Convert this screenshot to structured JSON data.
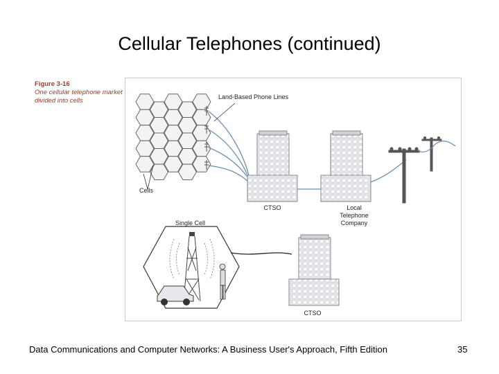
{
  "slide": {
    "title": "Cellular Telephones (continued)",
    "footer": "Data Communications and Computer Networks: A Business User's Approach, Fifth Edition",
    "page_number": "35"
  },
  "figure": {
    "label": "Figure 3-16",
    "caption": "One cellular telephone market divided into cells",
    "labels": {
      "land_lines": "Land-Based Phone Lines",
      "cells": "Cells",
      "ctso_top": "CTSO",
      "local_company": "Local Telephone Company",
      "single_cell": "Single Cell",
      "ctso_bottom": "CTSO"
    }
  },
  "colors": {
    "caption_red": "#a33a2c",
    "line_blue": "#6b8fb5",
    "building_gray": "#d9dde2"
  }
}
